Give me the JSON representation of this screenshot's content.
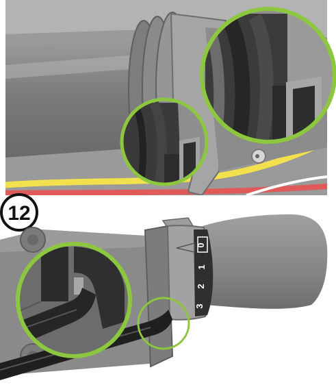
{
  "diagram": {
    "step_number": "12",
    "dial_labels": [
      "0",
      "1",
      "2",
      "3"
    ],
    "colors": {
      "highlight_circle": "#8dc63f",
      "body_gray": "#8a8a8a",
      "dark_part": "#2e2e2e",
      "cable_yellow": "#f2e14c",
      "cable_red": "#e05a5a",
      "background": "#ffffff"
    }
  }
}
